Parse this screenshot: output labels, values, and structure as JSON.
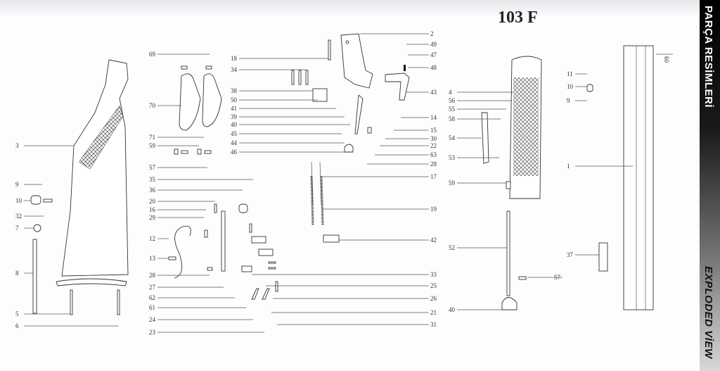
{
  "title": "103 F",
  "sidebar": {
    "top_text": "PARÇA RESİMLERİ",
    "bottom_text": "EXPLODED VİEW"
  },
  "part_labels": [
    "3",
    "9",
    "10",
    "32",
    "7",
    "8",
    "5",
    "6",
    "69",
    "70",
    "71",
    "59",
    "57",
    "35",
    "36",
    "20",
    "16",
    "29",
    "12",
    "13",
    "28",
    "27",
    "62",
    "61",
    "24",
    "23",
    "18",
    "34",
    "38",
    "50",
    "41",
    "39",
    "40",
    "45",
    "44",
    "46",
    "2",
    "49",
    "47",
    "48",
    "43",
    "14",
    "15",
    "30",
    "22",
    "63",
    "28",
    "17",
    "19",
    "42",
    "33",
    "25",
    "26",
    "21",
    "31",
    "4",
    "56",
    "55",
    "58",
    "54",
    "53",
    "59",
    "52",
    "40",
    "57",
    "11",
    "10",
    "9",
    "1",
    "37",
    "60"
  ]
}
